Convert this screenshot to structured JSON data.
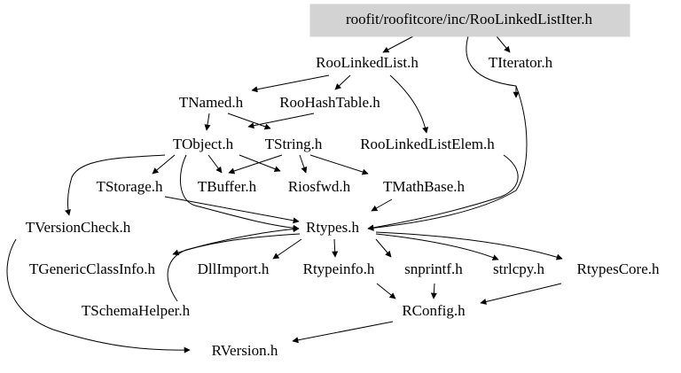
{
  "diagram": {
    "type": "include-dependency-graph",
    "colors": {
      "root_fill": "#d3d3d3",
      "edge": "#000000",
      "background": "#ffffff"
    },
    "nodes": [
      {
        "id": "root",
        "label": "roofit/roofitcore/inc/RooLinkedListIter.h",
        "root": true
      },
      {
        "id": "roolinkedlist",
        "label": "RooLinkedList.h"
      },
      {
        "id": "titerator",
        "label": "TIterator.h"
      },
      {
        "id": "tnamed",
        "label": "TNamed.h"
      },
      {
        "id": "roohashtable",
        "label": "RooHashTable.h"
      },
      {
        "id": "tobject",
        "label": "TObject.h"
      },
      {
        "id": "tstring",
        "label": "TString.h"
      },
      {
        "id": "roolinkedlistelem",
        "label": "RooLinkedListElem.h"
      },
      {
        "id": "tstorage",
        "label": "TStorage.h"
      },
      {
        "id": "tbuffer",
        "label": "TBuffer.h"
      },
      {
        "id": "riosfwd",
        "label": "Riosfwd.h"
      },
      {
        "id": "tmathbase",
        "label": "TMathBase.h"
      },
      {
        "id": "tversioncheck",
        "label": "TVersionCheck.h"
      },
      {
        "id": "rtypes",
        "label": "Rtypes.h"
      },
      {
        "id": "tgenericclassinfo",
        "label": "TGenericClassInfo.h"
      },
      {
        "id": "dllimport",
        "label": "DllImport.h"
      },
      {
        "id": "rtypeinfo",
        "label": "Rtypeinfo.h"
      },
      {
        "id": "snprintf",
        "label": "snprintf.h"
      },
      {
        "id": "strlcpy",
        "label": "strlcpy.h"
      },
      {
        "id": "rtypescore",
        "label": "RtypesCore.h"
      },
      {
        "id": "tschemahelper",
        "label": "TSchemaHelper.h"
      },
      {
        "id": "rconfig",
        "label": "RConfig.h"
      },
      {
        "id": "rversion",
        "label": "RVersion.h"
      }
    ],
    "edges": [
      {
        "from": "root",
        "to": "roolinkedlist"
      },
      {
        "from": "root",
        "to": "titerator"
      },
      {
        "from": "root",
        "to": "rtypes"
      },
      {
        "from": "roolinkedlist",
        "to": "tnamed"
      },
      {
        "from": "roolinkedlist",
        "to": "roohashtable"
      },
      {
        "from": "roolinkedlist",
        "to": "roolinkedlistelem"
      },
      {
        "from": "tnamed",
        "to": "tobject"
      },
      {
        "from": "tnamed",
        "to": "tstring"
      },
      {
        "from": "roohashtable",
        "to": "tstring"
      },
      {
        "from": "roolinkedlistelem",
        "to": "rtypes"
      },
      {
        "from": "titerator",
        "to": "rtypes"
      },
      {
        "from": "tobject",
        "to": "tstorage"
      },
      {
        "from": "tobject",
        "to": "tbuffer"
      },
      {
        "from": "tobject",
        "to": "riosfwd"
      },
      {
        "from": "tobject",
        "to": "tversioncheck"
      },
      {
        "from": "tobject",
        "to": "rtypes"
      },
      {
        "from": "tstring",
        "to": "tbuffer"
      },
      {
        "from": "tstring",
        "to": "riosfwd"
      },
      {
        "from": "tstring",
        "to": "tmathbase"
      },
      {
        "from": "tmathbase",
        "to": "rtypes"
      },
      {
        "from": "tstorage",
        "to": "rtypes"
      },
      {
        "from": "tversioncheck",
        "to": "rversion"
      },
      {
        "from": "rtypes",
        "to": "tgenericclassinfo"
      },
      {
        "from": "rtypes",
        "to": "dllimport"
      },
      {
        "from": "rtypes",
        "to": "rtypeinfo"
      },
      {
        "from": "rtypes",
        "to": "snprintf"
      },
      {
        "from": "rtypes",
        "to": "strlcpy"
      },
      {
        "from": "rtypes",
        "to": "rtypescore"
      },
      {
        "from": "tschemahelper",
        "to": "rtypes"
      },
      {
        "from": "rtypeinfo",
        "to": "rconfig"
      },
      {
        "from": "snprintf",
        "to": "rconfig"
      },
      {
        "from": "rtypescore",
        "to": "rconfig"
      },
      {
        "from": "rconfig",
        "to": "rversion"
      }
    ]
  }
}
